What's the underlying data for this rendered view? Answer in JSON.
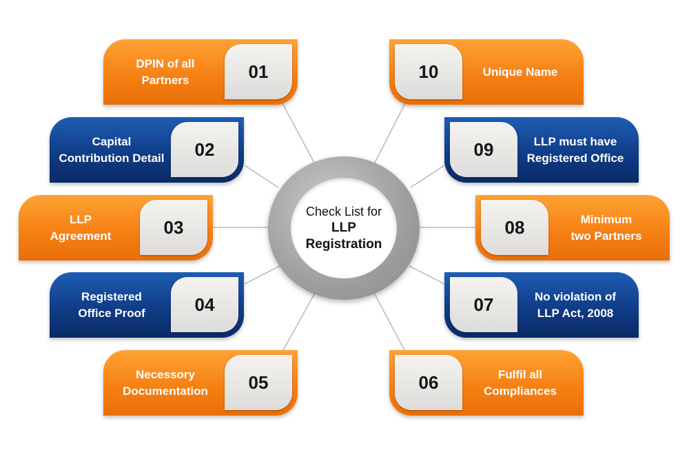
{
  "center": {
    "line1": "Check List for",
    "line2": "LLP",
    "line3": "Registration"
  },
  "colors": {
    "orange": "#f57e12",
    "blue": "#0f3a83",
    "ring": "#9e9e9e",
    "connector": "#b8b8b8"
  },
  "items": [
    {
      "num": "01",
      "label": "DPIN of all\nPartners",
      "color": "orange"
    },
    {
      "num": "02",
      "label": "Capital\nContribution Detail",
      "color": "blue"
    },
    {
      "num": "03",
      "label": "LLP\nAgreement",
      "color": "orange"
    },
    {
      "num": "04",
      "label": "Registered\nOffice Proof",
      "color": "blue"
    },
    {
      "num": "05",
      "label": "Necessory\nDocumentation",
      "color": "orange"
    },
    {
      "num": "06",
      "label": "Fulfil all\nCompliances",
      "color": "orange"
    },
    {
      "num": "07",
      "label": "No violation of\nLLP Act, 2008",
      "color": "blue"
    },
    {
      "num": "08",
      "label": "Minimum\ntwo Partners",
      "color": "orange"
    },
    {
      "num": "09",
      "label": "LLP must have\nRegistered Office",
      "color": "blue"
    },
    {
      "num": "10",
      "label": "Unique Name",
      "color": "orange"
    }
  ]
}
